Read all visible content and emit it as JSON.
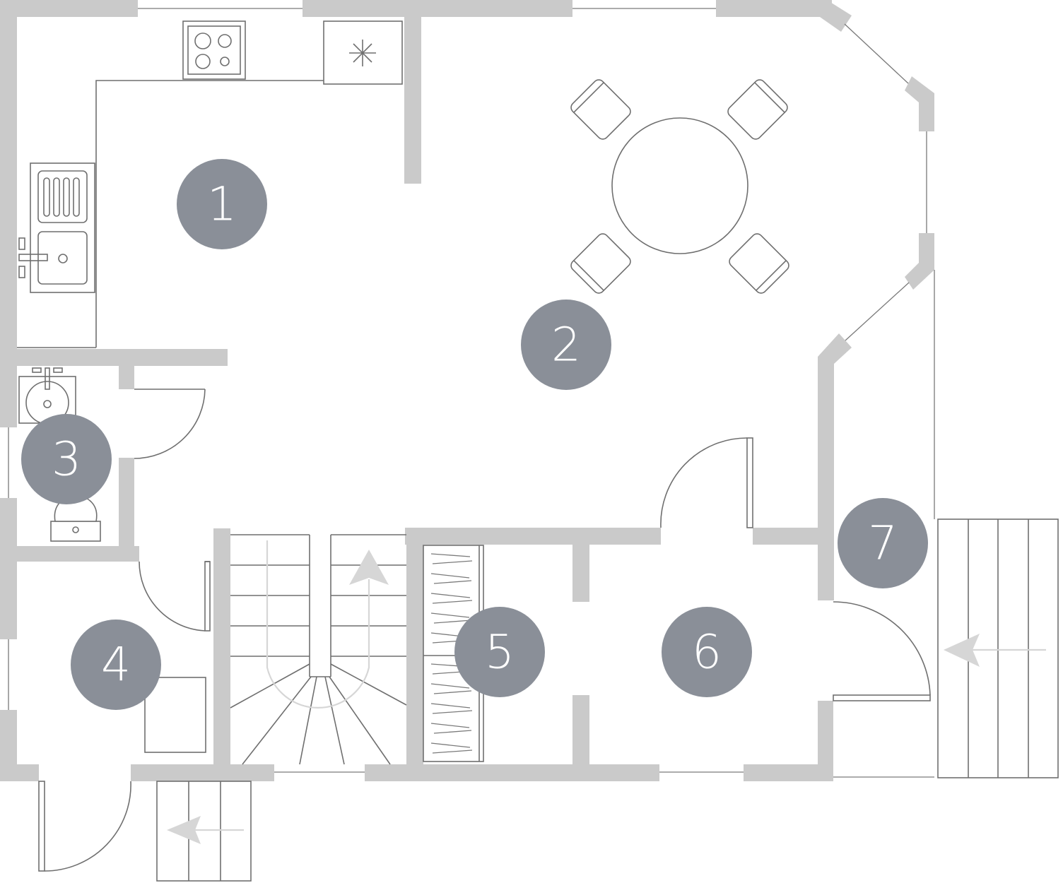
{
  "plan": {
    "rooms": [
      {
        "id": "room-1",
        "number": "1"
      },
      {
        "id": "room-2",
        "number": "2"
      },
      {
        "id": "room-3",
        "number": "3"
      },
      {
        "id": "room-4",
        "number": "4"
      },
      {
        "id": "room-5",
        "number": "5"
      },
      {
        "id": "room-6",
        "number": "6"
      },
      {
        "id": "room-7",
        "number": "7"
      }
    ],
    "colors": {
      "wall": "#cacaca",
      "line": "#6f6f6f",
      "badge": "#8a8f98",
      "badge_text": "#ffffff",
      "arrow": "#d6d6d6",
      "background": "#ffffff"
    }
  }
}
